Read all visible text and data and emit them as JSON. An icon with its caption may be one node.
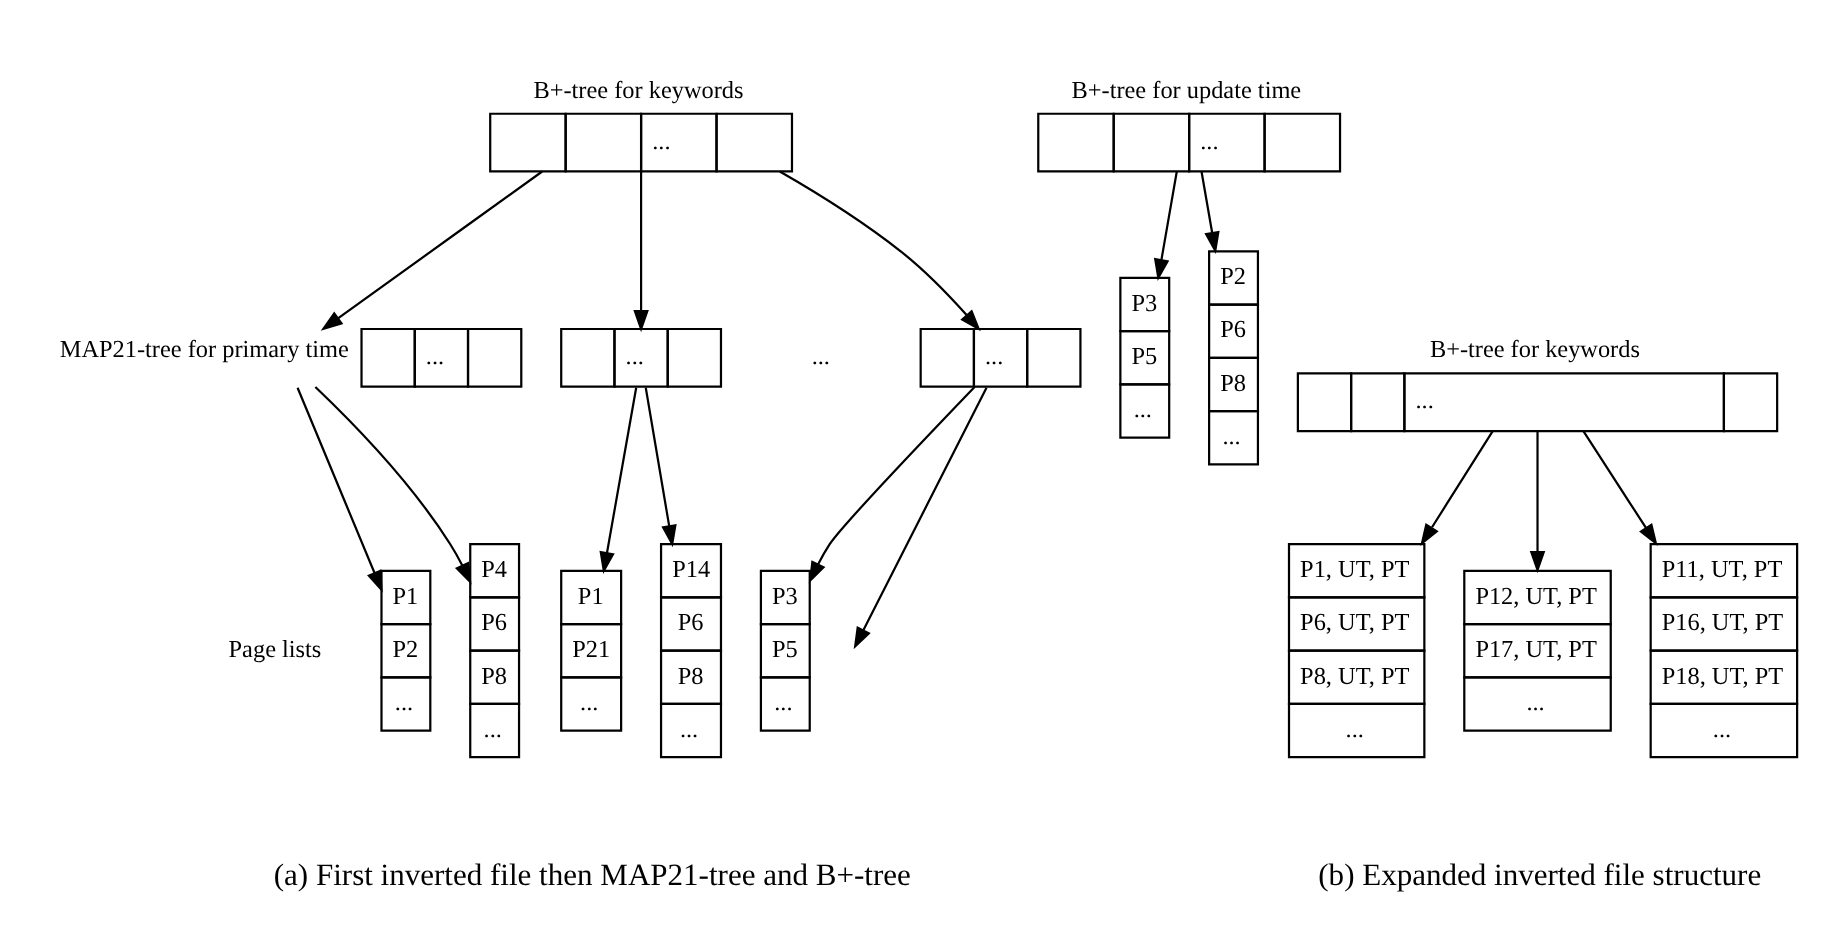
{
  "diagram": {
    "nodes": [
      {
        "text": [
          "B+-tree for keywords",
          "..."
        ]
      },
      {
        "text": [
          "B+-tree for update time",
          "..."
        ]
      },
      {
        "text": [
          "..."
        ],
        "beside": [
          "MAP21-tree for primary time"
        ]
      },
      {
        "text": [
          "..."
        ]
      },
      {
        "text": [
          "..."
        ]
      },
      {
        "text": [
          "P1",
          "P2",
          "..."
        ]
      },
      {
        "text": [
          "P4",
          "P6",
          "P8",
          "..."
        ]
      },
      {
        "text": [
          "P1",
          "P21",
          "..."
        ]
      },
      {
        "text": [
          "P14",
          "P6",
          "P8",
          "..."
        ]
      },
      {
        "text": [
          "P3",
          "P5",
          "..."
        ]
      },
      {
        "text": [
          "P3",
          "P5",
          "..."
        ]
      },
      {
        "text": [
          "P2",
          "P6",
          "P8",
          "..."
        ]
      },
      {
        "text": [
          "B+-tree for keywords",
          "..."
        ]
      },
      {
        "text": [
          "P1, UT, PT",
          "P6, UT, PT",
          "P8, UT, PT",
          "..."
        ]
      },
      {
        "text": [
          "P12, UT, PT",
          "P17, UT, PT",
          "..."
        ]
      },
      {
        "text": [
          "P11, UT, PT",
          "P16, UT, PT",
          "P18, UT, PT",
          "..."
        ]
      }
    ],
    "edges": [
      {
        "from": 0,
        "to": 2,
        "arrow": "to"
      },
      {
        "from": 0,
        "to": 3,
        "arrow": "to"
      },
      {
        "from": 0,
        "to": 4,
        "arrow": "to"
      },
      {
        "from": 1,
        "to": 10,
        "arrow": "to"
      },
      {
        "from": 1,
        "to": 11,
        "arrow": "to"
      },
      {
        "from": 2,
        "to": 5,
        "arrow": "to"
      },
      {
        "from": 2,
        "to": 6,
        "arrow": "to"
      },
      {
        "from": 3,
        "to": 7,
        "arrow": "to"
      },
      {
        "from": 3,
        "to": 8,
        "arrow": "to"
      },
      {
        "from": 4,
        "to": 9,
        "arrow": "to"
      },
      {
        "from": 4,
        "to": null,
        "arrow": "to"
      },
      {
        "from": 12,
        "to": 13,
        "arrow": "to"
      },
      {
        "from": 12,
        "to": 14,
        "arrow": "to"
      },
      {
        "from": 12,
        "to": 15,
        "arrow": "to"
      }
    ],
    "labels": [
      "...",
      "Page lists",
      "(a) First inverted file then MAP21-tree and B+-tree",
      "(b) Expanded inverted file structure"
    ]
  }
}
